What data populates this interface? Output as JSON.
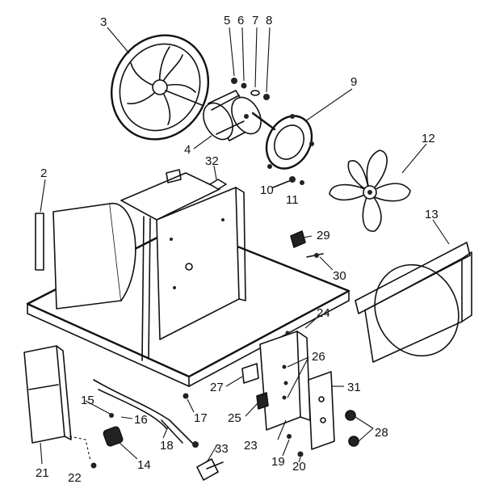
{
  "callouts": [
    {
      "id": "c2",
      "text": "2"
    },
    {
      "id": "c3",
      "text": "3"
    },
    {
      "id": "c4",
      "text": "4"
    },
    {
      "id": "c5",
      "text": "5"
    },
    {
      "id": "c6",
      "text": "6"
    },
    {
      "id": "c7",
      "text": "7"
    },
    {
      "id": "c8",
      "text": "8"
    },
    {
      "id": "c9",
      "text": "9"
    },
    {
      "id": "c10",
      "text": "10"
    },
    {
      "id": "c11",
      "text": "11"
    },
    {
      "id": "c12",
      "text": "12"
    },
    {
      "id": "c13",
      "text": "13"
    },
    {
      "id": "c14",
      "text": "14"
    },
    {
      "id": "c15",
      "text": "15"
    },
    {
      "id": "c16",
      "text": "16"
    },
    {
      "id": "c17",
      "text": "17"
    },
    {
      "id": "c18",
      "text": "18"
    },
    {
      "id": "c19",
      "text": "19"
    },
    {
      "id": "c20",
      "text": "20"
    },
    {
      "id": "c21",
      "text": "21"
    },
    {
      "id": "c22",
      "text": "22"
    },
    {
      "id": "c23",
      "text": "23"
    },
    {
      "id": "c24",
      "text": "24"
    },
    {
      "id": "c25",
      "text": "25"
    },
    {
      "id": "c26",
      "text": "26"
    },
    {
      "id": "c27",
      "text": "27"
    },
    {
      "id": "c28",
      "text": "28"
    },
    {
      "id": "c29",
      "text": "29"
    },
    {
      "id": "c30",
      "text": "30"
    },
    {
      "id": "c31",
      "text": "31"
    },
    {
      "id": "c32",
      "text": "32"
    },
    {
      "id": "c33",
      "text": "33"
    }
  ]
}
